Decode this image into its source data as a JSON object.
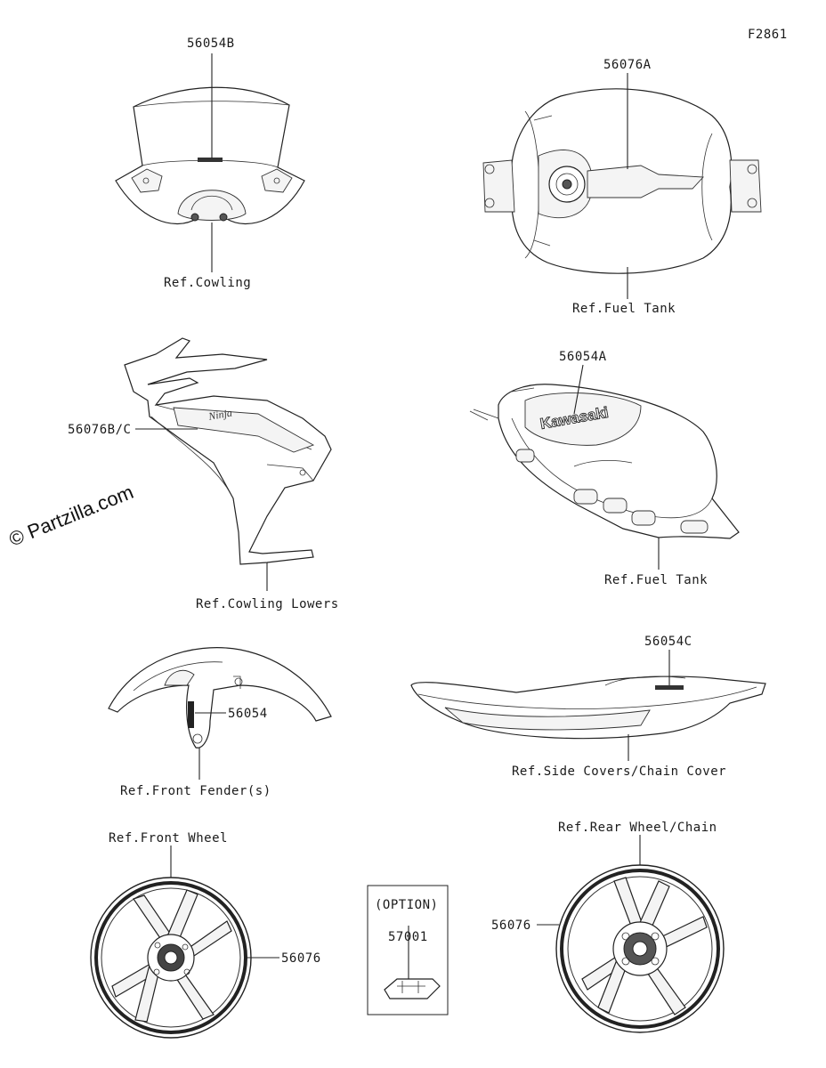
{
  "figure_id": "F2861",
  "watermark": "© Partzilla.com",
  "labels": {
    "cowl_part": "56054B",
    "cowl_ref": "Ref.Cowling",
    "tank_top_part": "56076A",
    "tank_top_ref": "Ref.Fuel Tank",
    "lowers_part": "56076B/C",
    "lowers_ref": "Ref.Cowling Lowers",
    "tank_side_part": "56054A",
    "tank_side_ref": "Ref.Fuel Tank",
    "tank_side_logo": "Kawasaki",
    "fender_part": "56054",
    "fender_ref": "Ref.Front Fender(s)",
    "sidecover_part": "56054C",
    "sidecover_ref": "Ref.Side Covers/Chain Cover",
    "front_wheel_ref": "Ref.Front Wheel",
    "front_wheel_part": "56076",
    "option_label": "(OPTION)",
    "option_part": "57001",
    "rear_wheel_ref": "Ref.Rear Wheel/Chain",
    "rear_wheel_part": "56076"
  }
}
